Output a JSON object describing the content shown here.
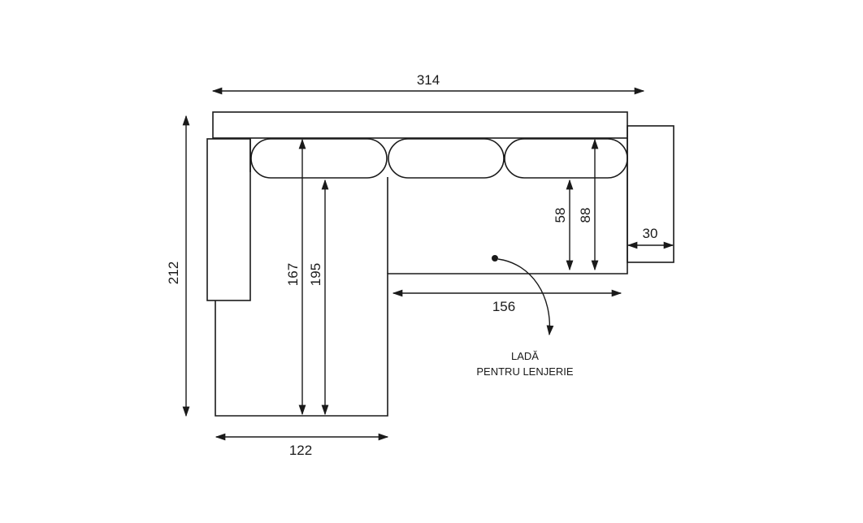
{
  "dimensions": {
    "total_width": "314",
    "total_depth": "212",
    "chaise_width": "122",
    "seat_width": "156",
    "armrest_width": "30",
    "chaise_seat_depth": "167",
    "chaise_total_depth": "195",
    "seat_depth": "58",
    "total_seat_depth": "88"
  },
  "annotation": {
    "line1": "LADĂ",
    "line2": "PENTRU LENJERIE"
  },
  "colors": {
    "stroke": "#1a1a1a",
    "background": "#ffffff"
  }
}
